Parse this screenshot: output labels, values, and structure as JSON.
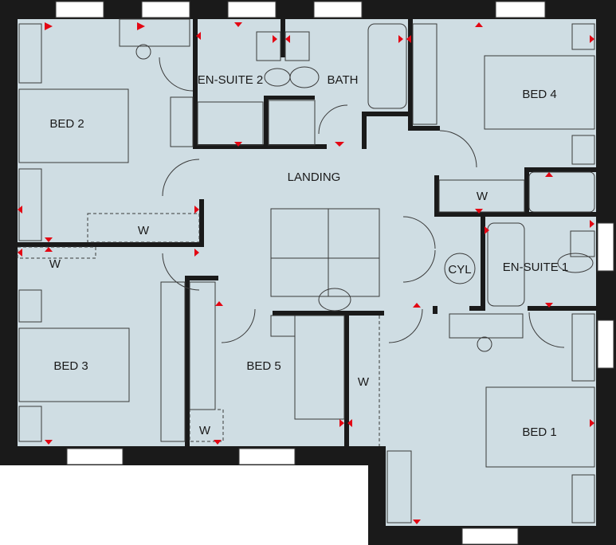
{
  "rooms": {
    "bed2": "BED 2",
    "ensuite2": "EN-SUITE 2",
    "bath": "BATH",
    "bed4": "BED 4",
    "landing": "LANDING",
    "w_landing": "W",
    "w_bed4": "W",
    "w_bed2": "W",
    "cyl": "CYL",
    "ensuite1": "EN-SUITE 1",
    "bed3": "BED 3",
    "bed5": "BED 5",
    "w_bed5": "W",
    "w_bed1": "W",
    "bed1": "BED 1"
  }
}
